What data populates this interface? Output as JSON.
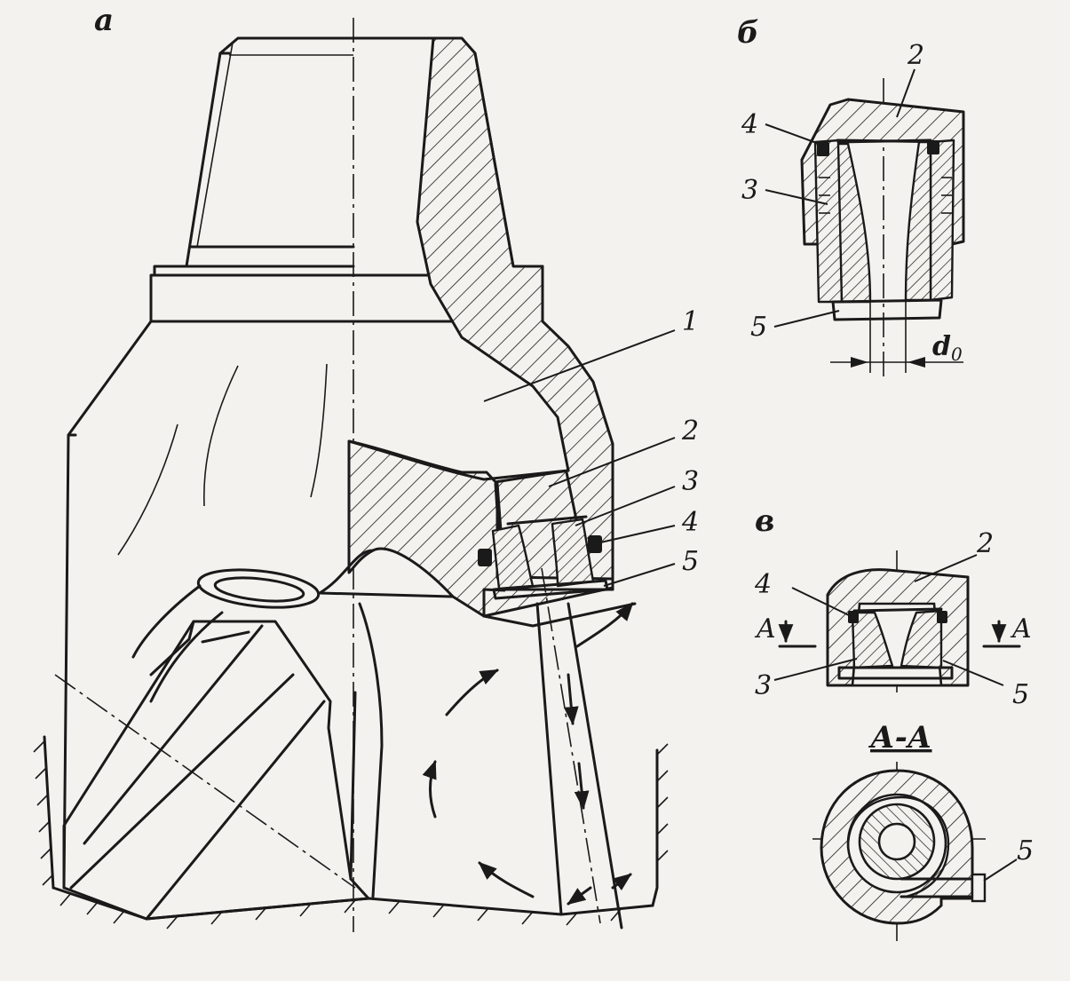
{
  "views": {
    "a": {
      "label": "а",
      "callouts": [
        "1",
        "2",
        "3",
        "4",
        "5"
      ]
    },
    "b": {
      "label": "б",
      "callouts": [
        "2",
        "4",
        "3",
        "5"
      ],
      "dimension": "d",
      "dimension_sub": "0"
    },
    "v": {
      "label": "в",
      "callouts": [
        "2",
        "4",
        "3",
        "5"
      ],
      "section_marks": [
        "A",
        "A"
      ]
    },
    "section": {
      "title": "А-А",
      "callouts": [
        "5"
      ]
    }
  }
}
